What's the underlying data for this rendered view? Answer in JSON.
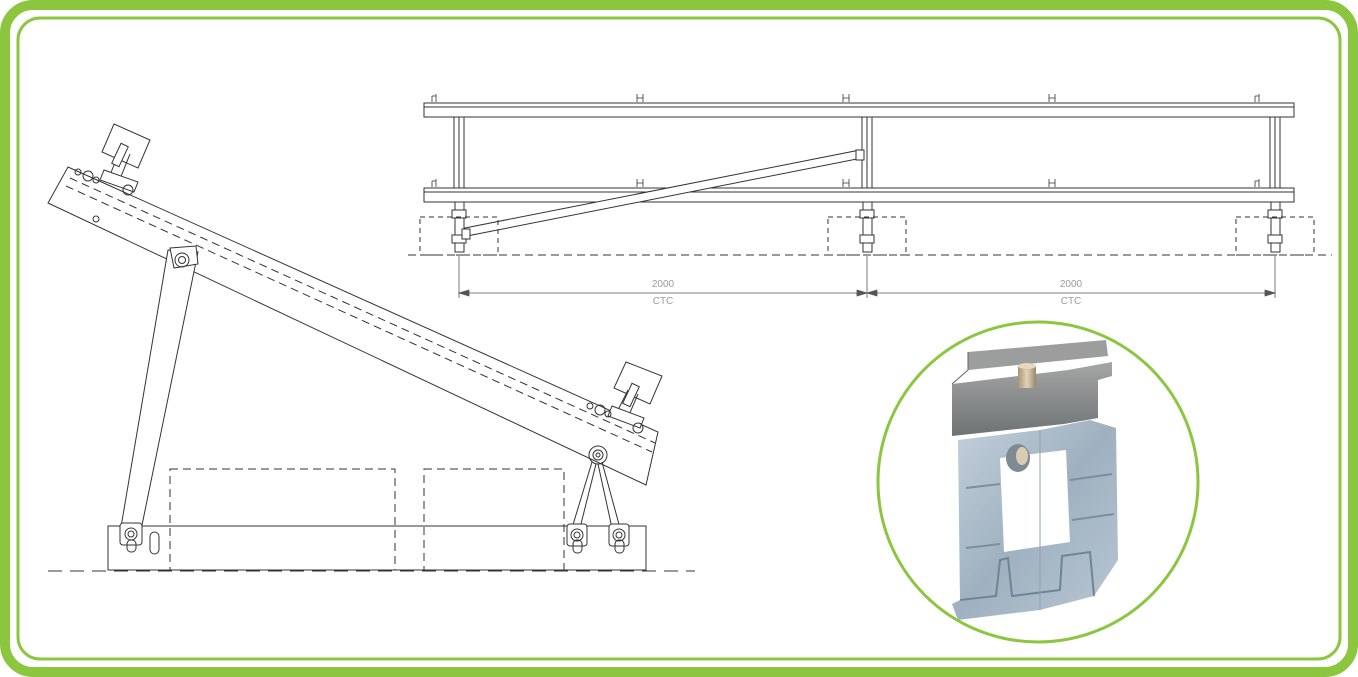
{
  "colors": {
    "frame_green": "#8cc63f",
    "line": "#333333",
    "dim_line": "#555555",
    "dim_text": "#9a9a9a",
    "rail_metal": "#aab9c6",
    "clamp_metal": "#8e9090",
    "bolt": "#c9b89a"
  },
  "dimensions": [
    {
      "value": "2000",
      "note": "CTC"
    },
    {
      "value": "2000",
      "note": "CTC"
    }
  ]
}
